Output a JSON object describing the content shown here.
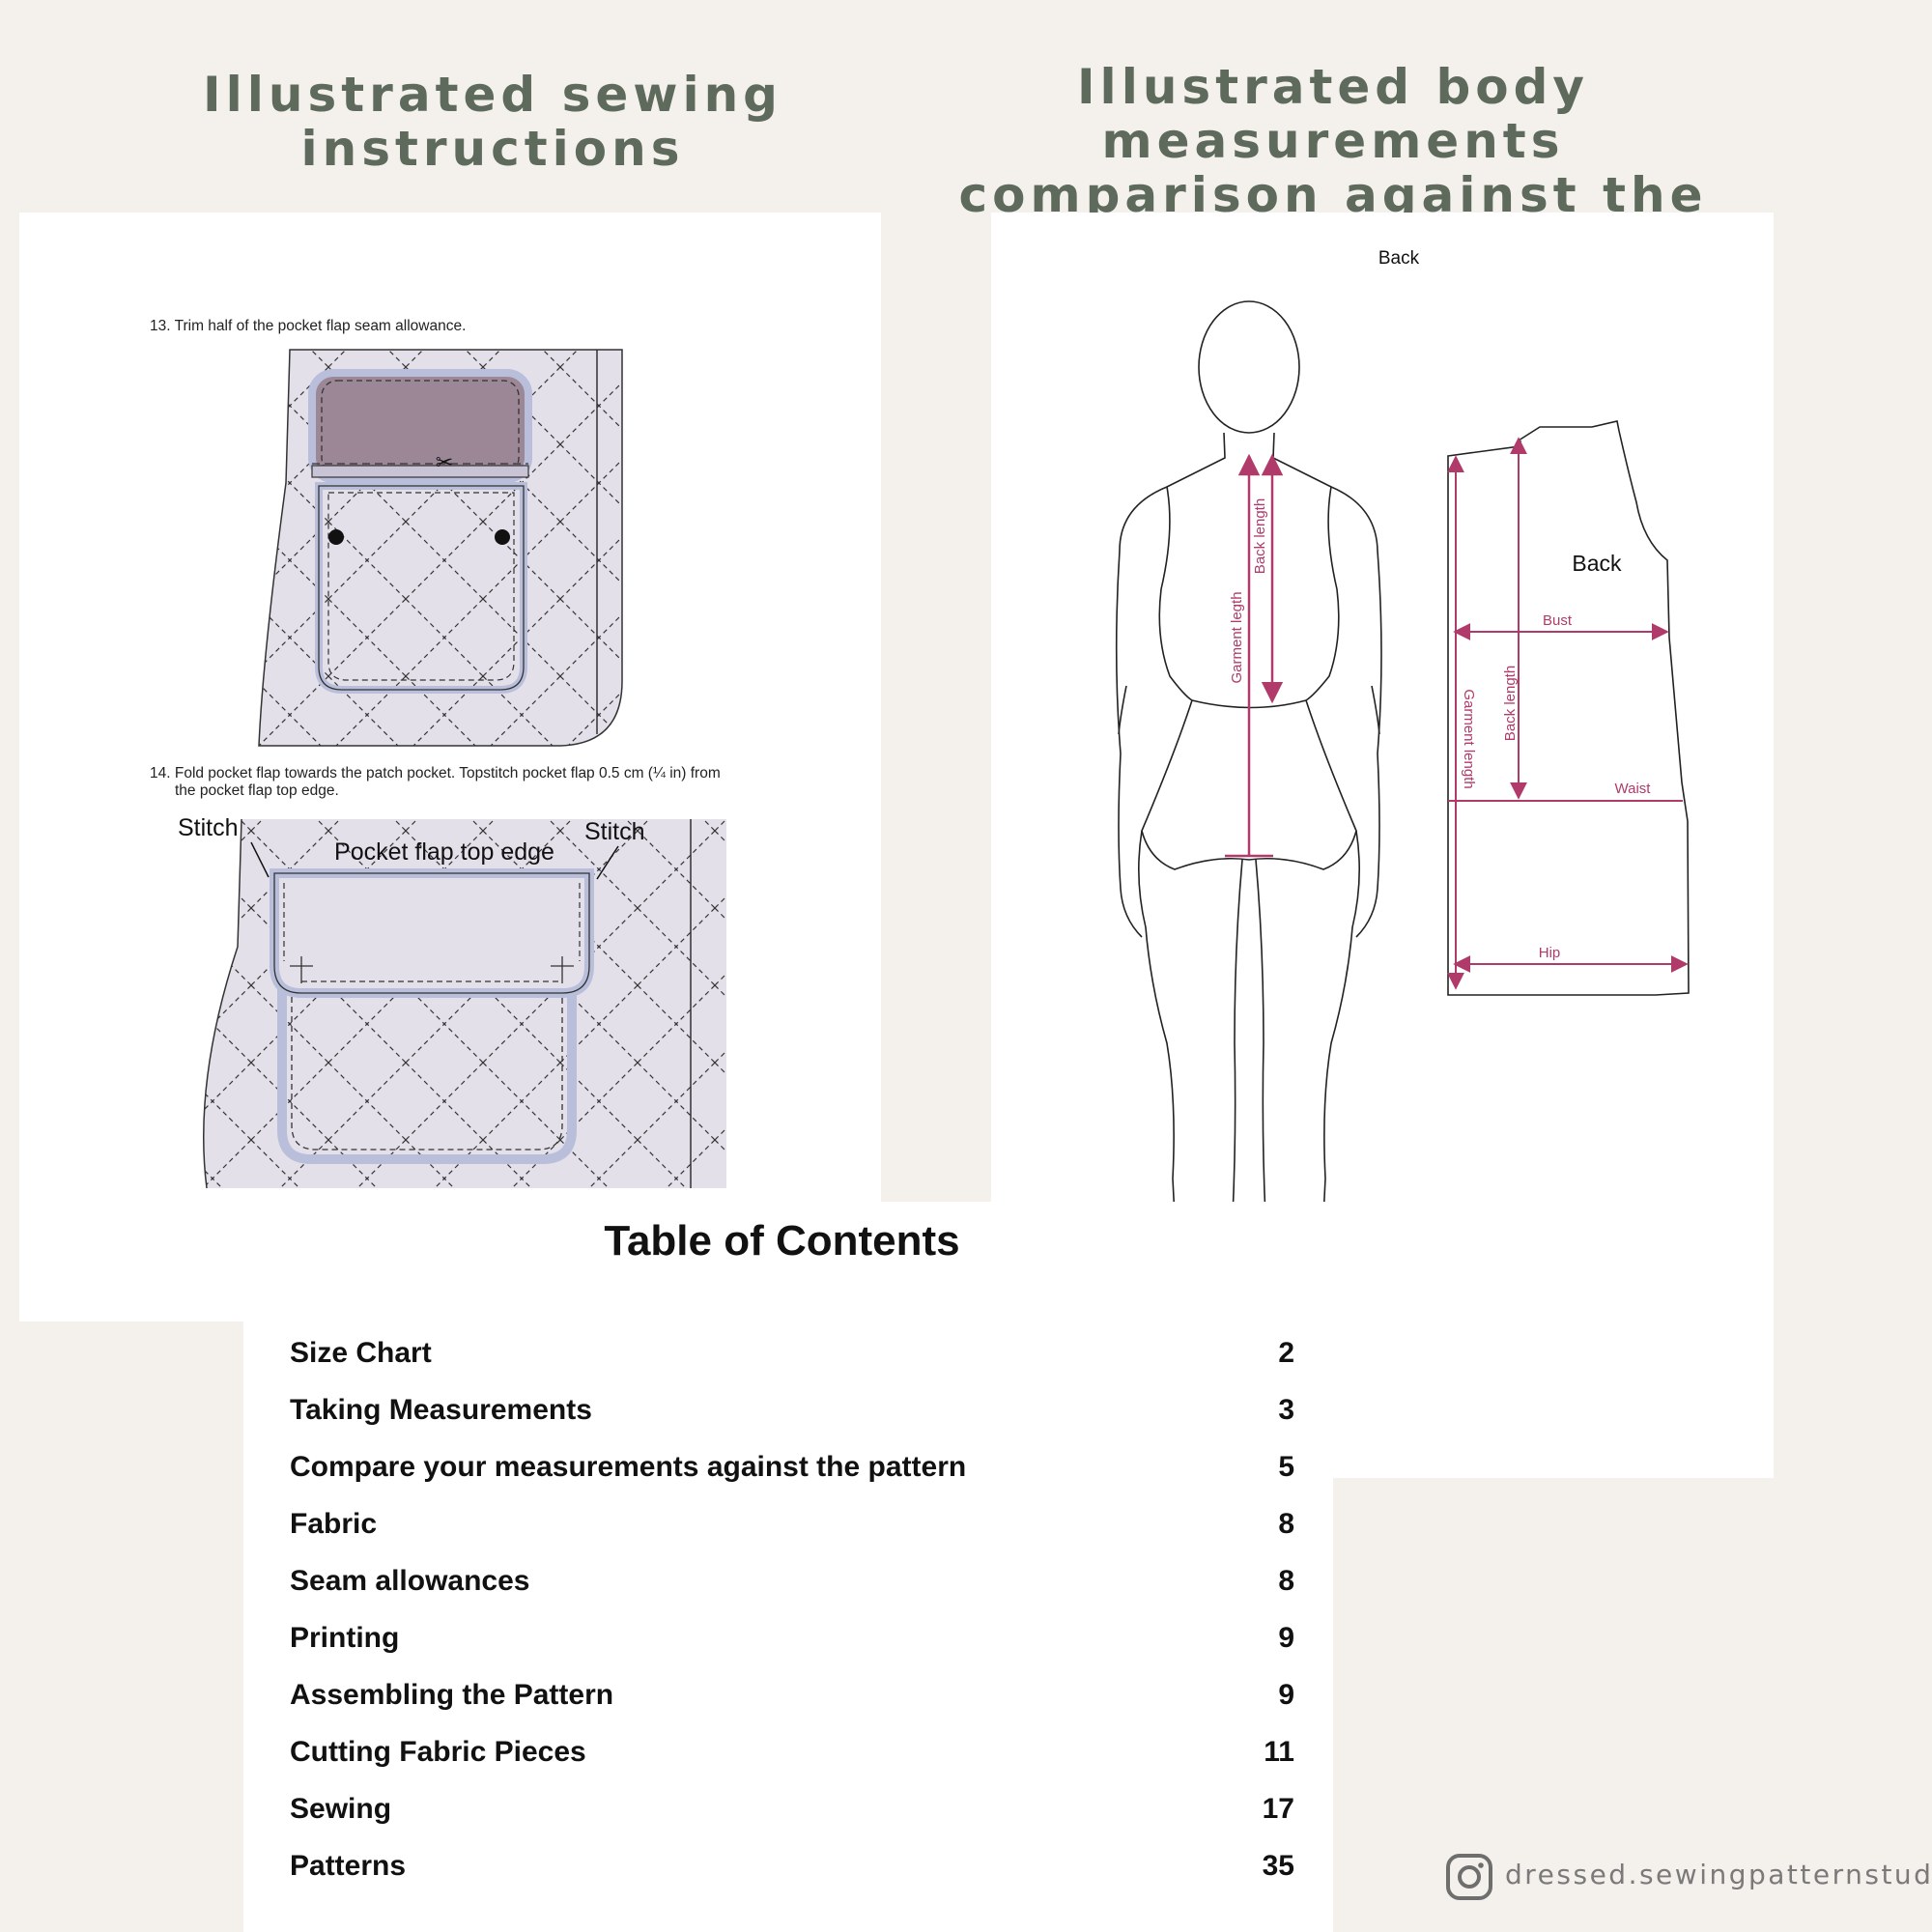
{
  "headings": {
    "left_line1": "Illustrated sewing",
    "left_line2": "instructions",
    "right_line1": "Illustrated body measurements",
    "right_line2": "comparison against the pattern"
  },
  "instructions": {
    "step13": "13. Trim half of the pocket flap seam allowance.",
    "step14_line1": "14. Fold pocket flap towards the patch pocket. Topstitch pocket flap 0.5 cm (¼ in) from",
    "step14_line2": "the pocket flap top edge.",
    "label_stitch_left": "Stitch",
    "label_stitch_right": "Stitch",
    "label_flap_top_edge": "Pocket flap top edge"
  },
  "measurements": {
    "title": "Back",
    "pattern_label": "Back",
    "body_labels": [
      "Back length",
      "Garment legth"
    ],
    "pattern_labels": [
      "Bust",
      "Waist",
      "Hip",
      "Garment length",
      "Back length"
    ]
  },
  "toc": {
    "title": "Table of Contents",
    "items": [
      {
        "title": "Size Chart",
        "page": "2"
      },
      {
        "title": "Taking Measurements",
        "page": "3"
      },
      {
        "title": "Compare your measurements against the pattern",
        "page": "5"
      },
      {
        "title": "Fabric",
        "page": "8"
      },
      {
        "title": "Seam allowances",
        "page": "8"
      },
      {
        "title": "Printing",
        "page": "9"
      },
      {
        "title": "Assembling the Pattern",
        "page": "9"
      },
      {
        "title": "Cutting Fabric Pieces",
        "page": "11"
      },
      {
        "title": "Sewing",
        "page": "17"
      },
      {
        "title": "Patterns",
        "page": "35"
      }
    ]
  },
  "social": {
    "icon": "instagram-icon",
    "handle": "dressed.sewingpatternstudio"
  },
  "colors": {
    "background": "#f4f0ec",
    "heading": "#5d6a5c",
    "fabric": "#e3e0ea",
    "pocket_edge": "#b9bedb",
    "flap_fill": "#9c8796",
    "measure": "#b03a6a"
  }
}
